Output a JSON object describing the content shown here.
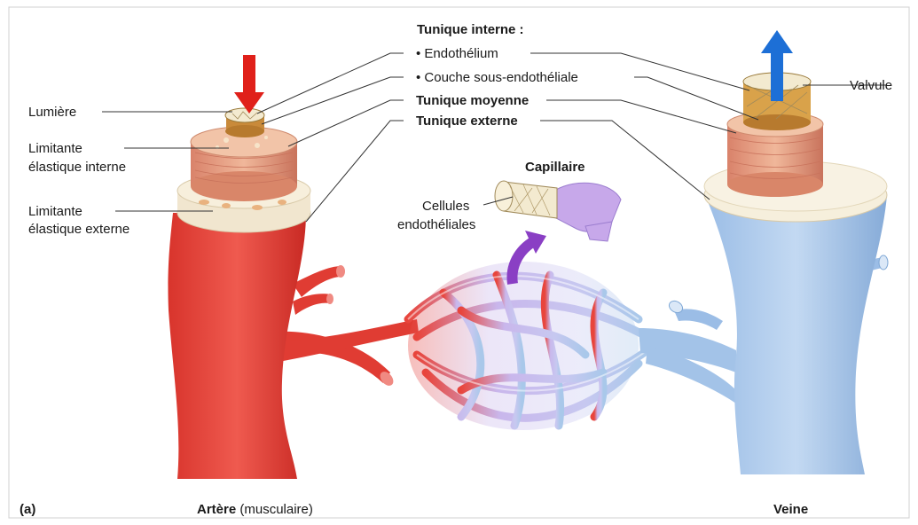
{
  "panel_label": "(a)",
  "labels": {
    "tunique_interne": "Tunique interne :",
    "endothelium": "• Endothélium",
    "couche_sous_endo": "• Couche sous-endothéliale",
    "tunique_moyenne": "Tunique moyenne",
    "tunique_externe": "Tunique externe",
    "lumiere": "Lumière",
    "limitante_interne_1": "Limitante",
    "limitante_interne_2": "élastique interne",
    "limitante_externe_1": "Limitante",
    "limitante_externe_2": "élastique externe",
    "capillaire": "Capillaire",
    "cellules_1": "Cellules",
    "cellules_2": "endothéliales",
    "valvule": "Valvule",
    "artere": "Artère",
    "artere_sub": " (musculaire)",
    "veine": "Veine"
  },
  "colors": {
    "artery": "#e8453c",
    "artery_dark": "#c9302a",
    "vein": "#a9c8ea",
    "vein_dark": "#7fa8d6",
    "capillary": "#c9b7ec",
    "muscle": "#e59a7a",
    "adventitia": "#f4ead4",
    "arrow_red": "#e0201a",
    "arrow_blue": "#1d6fd6",
    "arrow_purple": "#8a3fc4"
  }
}
